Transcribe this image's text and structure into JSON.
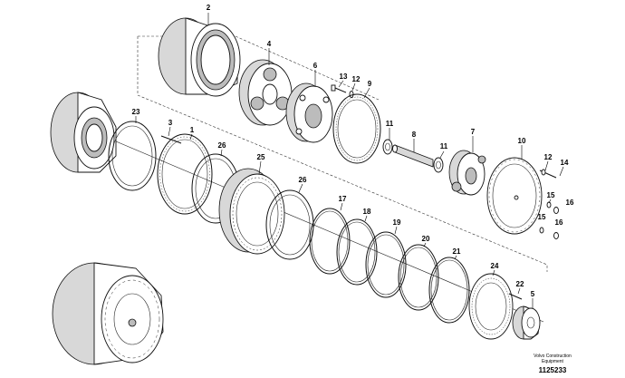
{
  "diagram": {
    "callouts": [
      "2",
      "4",
      "6",
      "13",
      "12",
      "9",
      "23",
      "3",
      "1",
      "26",
      "11",
      "8",
      "7",
      "10",
      "25",
      "26",
      "12",
      "14",
      "15",
      "16",
      "17",
      "18",
      "19",
      "20",
      "21",
      "24",
      "22",
      "15",
      "16",
      "5"
    ]
  },
  "footer": {
    "company": "Volvo Construction Equipment",
    "number": "1125233"
  }
}
